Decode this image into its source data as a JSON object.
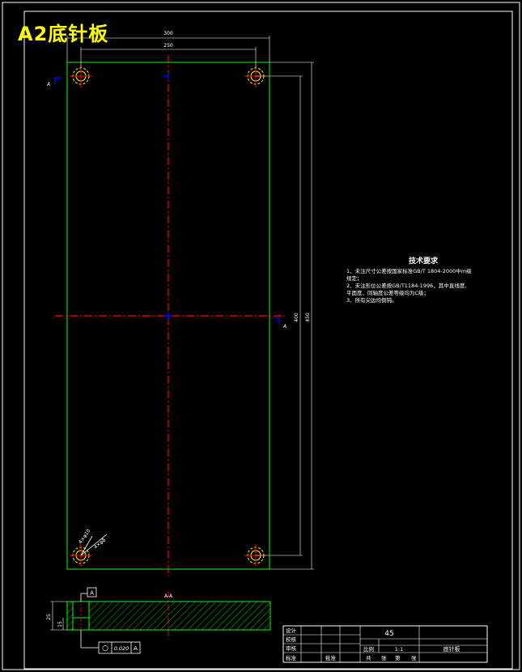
{
  "title": "A2底针板",
  "dimensions": {
    "overall_width": "300",
    "hole_spacing_x": "250",
    "overall_height": "450",
    "hole_spacing_y": "400",
    "thickness_total": "25",
    "thickness_step": "15",
    "hole_callout_1": "4×φ8",
    "hole_callout_2": "4×φ10"
  },
  "section": {
    "mark_letter": "A",
    "view_label": "A-A"
  },
  "datum": {
    "letter": "A",
    "flatness_symbol": "○",
    "tolerance": "0.020",
    "reference": "A"
  },
  "tech_requirements": {
    "title": "技术要求",
    "notes": [
      "1、未注尺寸公差按国家标准GB/T 1804-2000中m级",
      "   规定；",
      "2、未注形位公差按GB/T1184-1996，其中直线度、",
      "   平面度、同轴度公差等级均为C级；",
      "3、所有尖边均倒钝。"
    ]
  },
  "title_block": {
    "row_labels": [
      "设计",
      "校核",
      "审核",
      "标准"
    ],
    "material": "45",
    "scale_label": "比例",
    "scale_value": "1:1",
    "part_name": "底针板",
    "bottom_labels": [
      "共",
      "张",
      "第",
      "张"
    ],
    "approve_label": "批准"
  },
  "colors": {
    "outline": "#00ff00",
    "centerline": "#ff0000",
    "dimension": "#ffffff",
    "hole": "#ffff00",
    "accent": "#0000ff",
    "title": "#ffff00"
  }
}
